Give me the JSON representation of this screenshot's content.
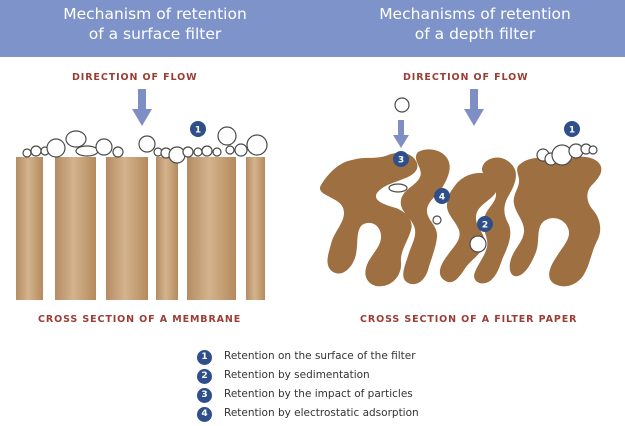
{
  "titles": {
    "left": [
      "Mechanism of retention",
      "of a surface filter"
    ],
    "right": [
      "Mechanisms of retention",
      "of a depth filter"
    ]
  },
  "labels": {
    "flow_left": "DIRECTION OF FLOW",
    "flow_right": "DIRECTION OF FLOW",
    "cross_left": "CROSS SECTION OF A MEMBRANE",
    "cross_right": "CROSS SECTION OF A FILTER PAPER"
  },
  "callouts": {
    "left_1": "1",
    "right_1": "1",
    "right_2": "2",
    "right_3": "3",
    "right_4": "4"
  },
  "legend": [
    {
      "number": "1",
      "text": "Retention on the surface of the filter"
    },
    {
      "number": "2",
      "text": "Retention by sedimentation"
    },
    {
      "number": "3",
      "text": "Retention by the impact of particles"
    },
    {
      "number": "4",
      "text": "Retention by electrostatic adsorption"
    }
  ],
  "colors": {
    "header": "#7e93c9",
    "label": "#9b3d35",
    "arrow": "#7f8fc6",
    "membrane": "#c49a6c",
    "filter_paper": "#9e6f40",
    "callout": "#2f4f8a"
  }
}
